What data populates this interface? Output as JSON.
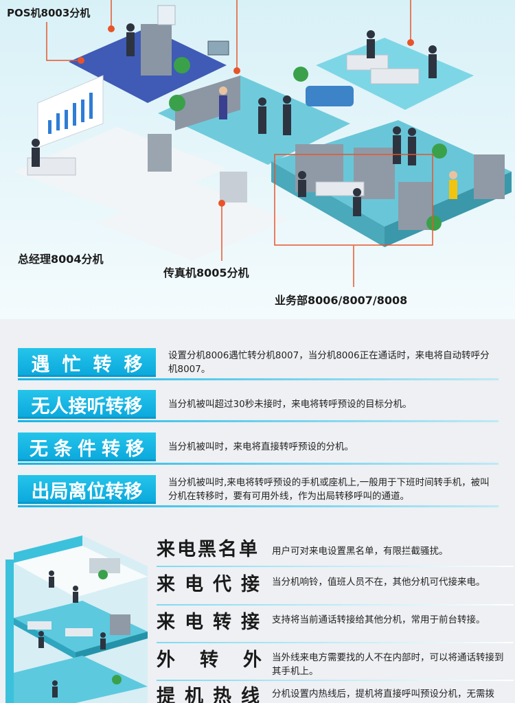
{
  "callouts": {
    "pos": "POS机8003分机",
    "general_manager": "总经理8004分机",
    "fax": "传真机8005分机",
    "business": "业务部8006/8007/8008"
  },
  "features": [
    {
      "tag": "遇忙转移",
      "desc": "设置分机8006遇忙转分机8007，当分机8006正在通话时，来电将自动转呼分机8007。"
    },
    {
      "tag": "无人接听转移",
      "desc": "当分机被叫超过30秒未接时，来电将转呼预设的目标分机。"
    },
    {
      "tag": "无条件转移",
      "desc": "当分机被叫时，来电将直接转呼预设的分机。"
    },
    {
      "tag": "出局离位转移",
      "desc": "当分机被叫时,来电将转呼预设的手机或座机上,一般用于下班时间转手机，被叫分机在转移时，要有可用外线，作为出局转移呼叫的通道。"
    }
  ],
  "services": [
    {
      "title": "来电黑名单",
      "desc": "用户可对来电设置黑名单，有限拦截骚扰。"
    },
    {
      "title": "来电代接",
      "desc": "当分机响铃，值班人员不在，其他分机可代接来电。"
    },
    {
      "title": "来电转接",
      "desc": "支持将当前通话转接给其他分机，常用于前台转接。"
    },
    {
      "title": "外转外",
      "desc": "当外线来电方需要找的人不在内部时，可以将通话转接到其手机上。"
    },
    {
      "title": "提机热线",
      "desc": "分机设置内热线后，提机将直接呼叫预设分机，无需拨号。"
    }
  ],
  "colors": {
    "accent": "#0aa7dc",
    "floor": "#74d3e3",
    "callout_line": "#e8542a"
  }
}
